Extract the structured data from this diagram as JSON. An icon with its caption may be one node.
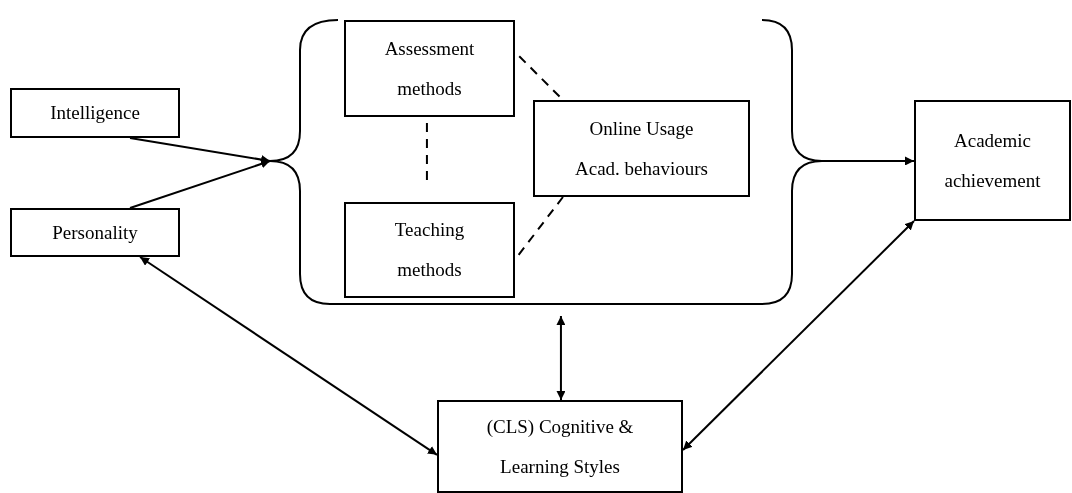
{
  "diagram": {
    "nodes": [
      {
        "text": [
          "Intelligence"
        ]
      },
      {
        "text": [
          "Personality"
        ]
      },
      {
        "text": [],
        "shape": "brace"
      },
      {
        "text": [
          "Assessment methods"
        ],
        "in": 2
      },
      {
        "text": [
          "Online Usage",
          "Acad. behaviours"
        ],
        "in": 2
      },
      {
        "text": [
          "Teaching methods"
        ],
        "in": 2
      },
      {
        "text": [
          "Academic achievement"
        ]
      },
      {
        "text": [
          "(CLS) Cognitive & Learning Styles"
        ]
      }
    ],
    "edges": [
      {
        "from": 0,
        "to": 2,
        "arrow": "to"
      },
      {
        "from": 1,
        "to": 2,
        "arrow": "to"
      },
      {
        "from": 3,
        "to": 5,
        "arrow": "none",
        "style": "dashed"
      },
      {
        "from": 3,
        "to": 4,
        "arrow": "none",
        "style": "dashed"
      },
      {
        "from": 5,
        "to": 4,
        "arrow": "none",
        "style": "dashed"
      },
      {
        "from": 2,
        "to": 6,
        "arrow": "to"
      },
      {
        "from": 7,
        "to": 1,
        "arrow": "both"
      },
      {
        "from": 2,
        "to": 7,
        "arrow": "both"
      },
      {
        "from": 7,
        "to": 6,
        "arrow": "both"
      }
    ]
  }
}
